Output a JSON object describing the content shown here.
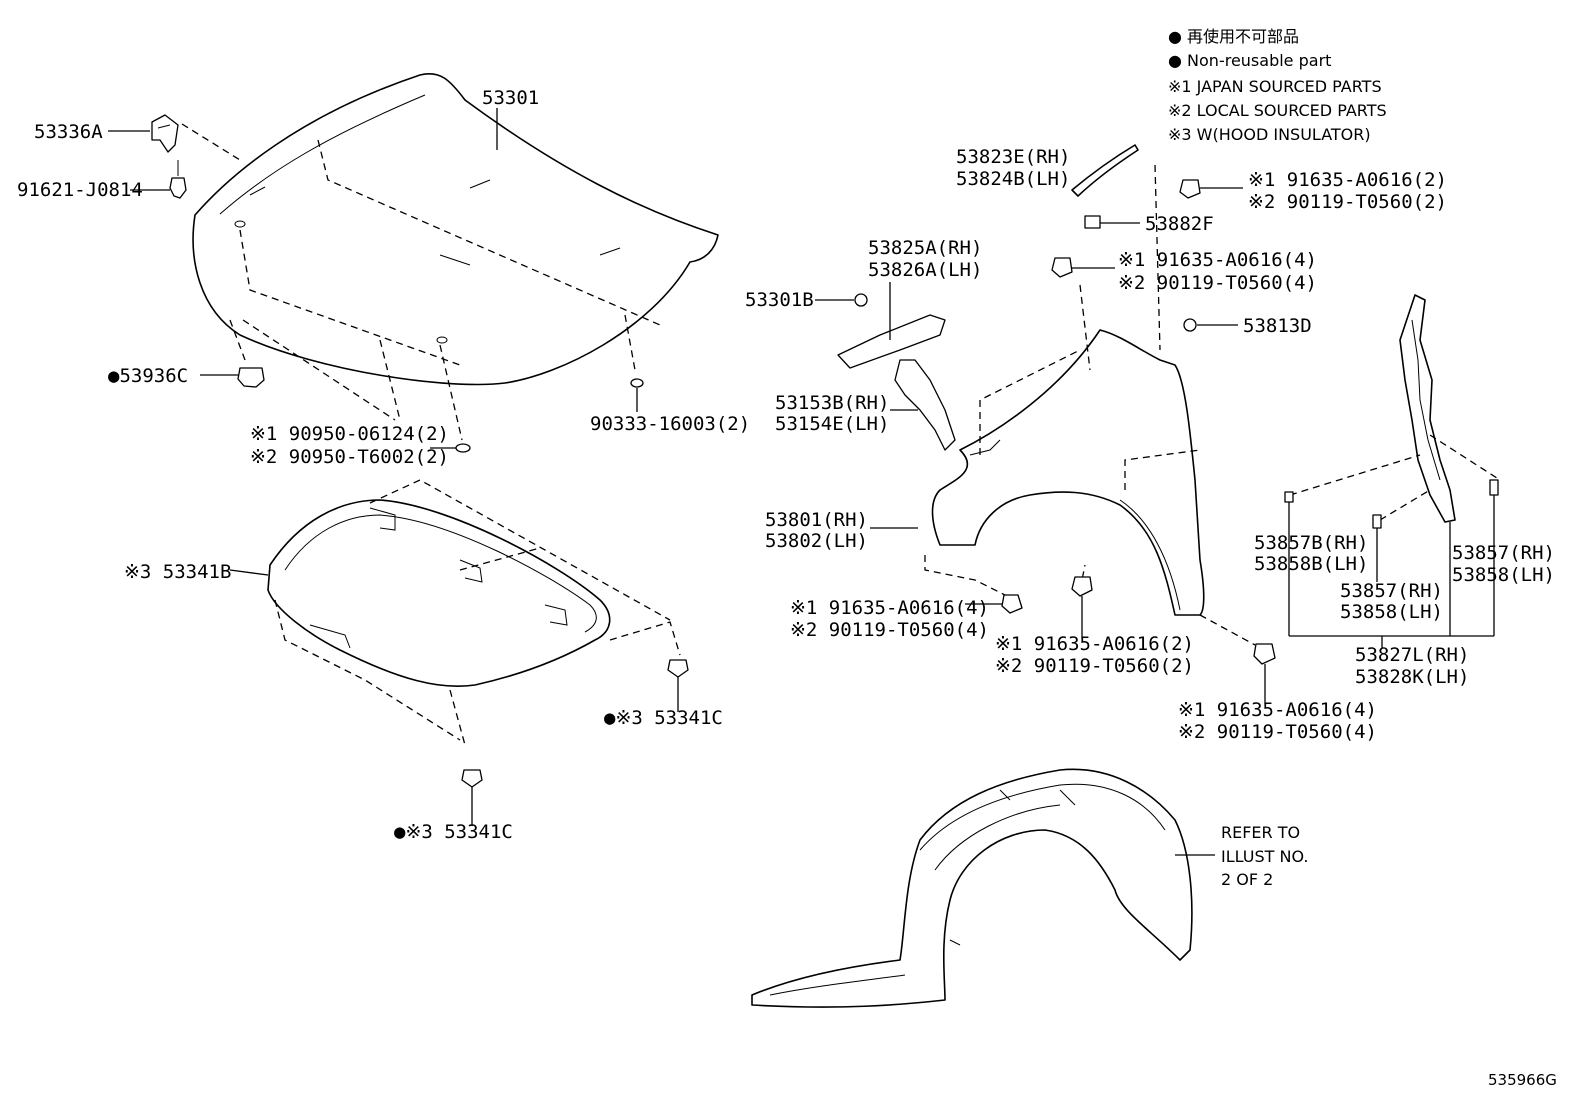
{
  "legend": {
    "line1": "● 再使用不可部品",
    "line2": "● Non-reusable part",
    "line3": "※1 JAPAN SOURCED PARTS",
    "line4": "※2 LOCAL SOURCED PARTS",
    "line5": "※3 W(HOOD INSULATOR)"
  },
  "labels": {
    "l53301": "53301",
    "l53336a": "53336A",
    "l91621": "91621-J0814",
    "l53936c": "●53936C",
    "l90950a": "※1 90950-06124(2)",
    "l90950b": "※2 90950-T6002(2)",
    "l90333": "90333-16003(2)",
    "l53341b": "※3 53341B",
    "l53341c1": "●※3 53341C",
    "l53341c2": "●※3 53341C",
    "l53823e": "53823E(RH)",
    "l53824b": "53824B(LH)",
    "l91635top1": "※1 91635-A0616(2)",
    "l90119top2": "※2 90119-T0560(2)",
    "l53882f": "53882F",
    "l91635mid1": "※1 91635-A0616(4)",
    "l90119mid2": "※2 90119-T0560(4)",
    "l53825a": "53825A(RH)",
    "l53826a": "53826A(LH)",
    "l53301b": "53301B",
    "l53813d": "53813D",
    "l53153b": "53153B(RH)",
    "l53154e": "53154E(LH)",
    "l53801": "53801(RH)",
    "l53802": "53802(LH)",
    "l91635lo1": "※1 91635-A0616(4)",
    "l90119lo2": "※2 90119-T0560(4)",
    "l91635c1": "※1 91635-A0616(2)",
    "l90119c2": "※2 90119-T0560(2)",
    "l91635r1": "※1 91635-A0616(4)",
    "l90119r2": "※2 90119-T0560(4)",
    "l53857b": "53857B(RH)",
    "l53858b": "53858B(LH)",
    "l53857m": "53857(RH)",
    "l53858m": "53858(LH)",
    "l53857r": "53857(RH)",
    "l53858r": "53858(LH)",
    "l53827l": "53827L(RH)",
    "l53828k": "53828K(LH)"
  },
  "note": {
    "line1": "REFER TO",
    "line2": "ILLUST NO.",
    "line3": "2 OF 2"
  },
  "illustration_code": "535966G"
}
